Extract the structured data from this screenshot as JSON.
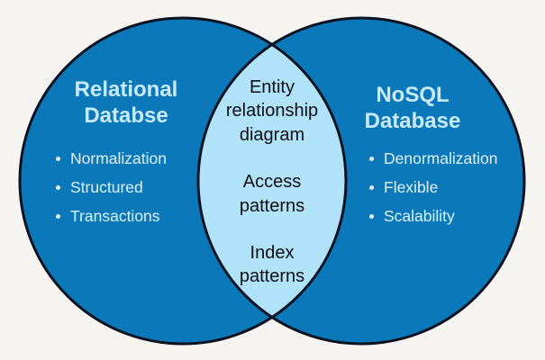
{
  "diagram": {
    "type": "venn",
    "colors": {
      "background": "#f5f4f1",
      "circle_fill": "#0b79b9",
      "overlap_fill": "#b0e2fa",
      "outline": "#0c1220",
      "title_text": "#c9eafc",
      "bullet_text": "#ddf1fd",
      "center_text": "#0f0f10"
    },
    "left": {
      "title": "Relational\nDatabse",
      "items": [
        "Normalization",
        "Structured",
        "Transactions"
      ]
    },
    "right": {
      "title": "NoSQL\nDatabase",
      "items": [
        "Denormalization",
        "Flexible",
        "Scalability"
      ]
    },
    "overlap": {
      "items": [
        "Entity\nrelationship\ndiagram",
        "Access\npatterns",
        "Index\npatterns"
      ]
    }
  }
}
